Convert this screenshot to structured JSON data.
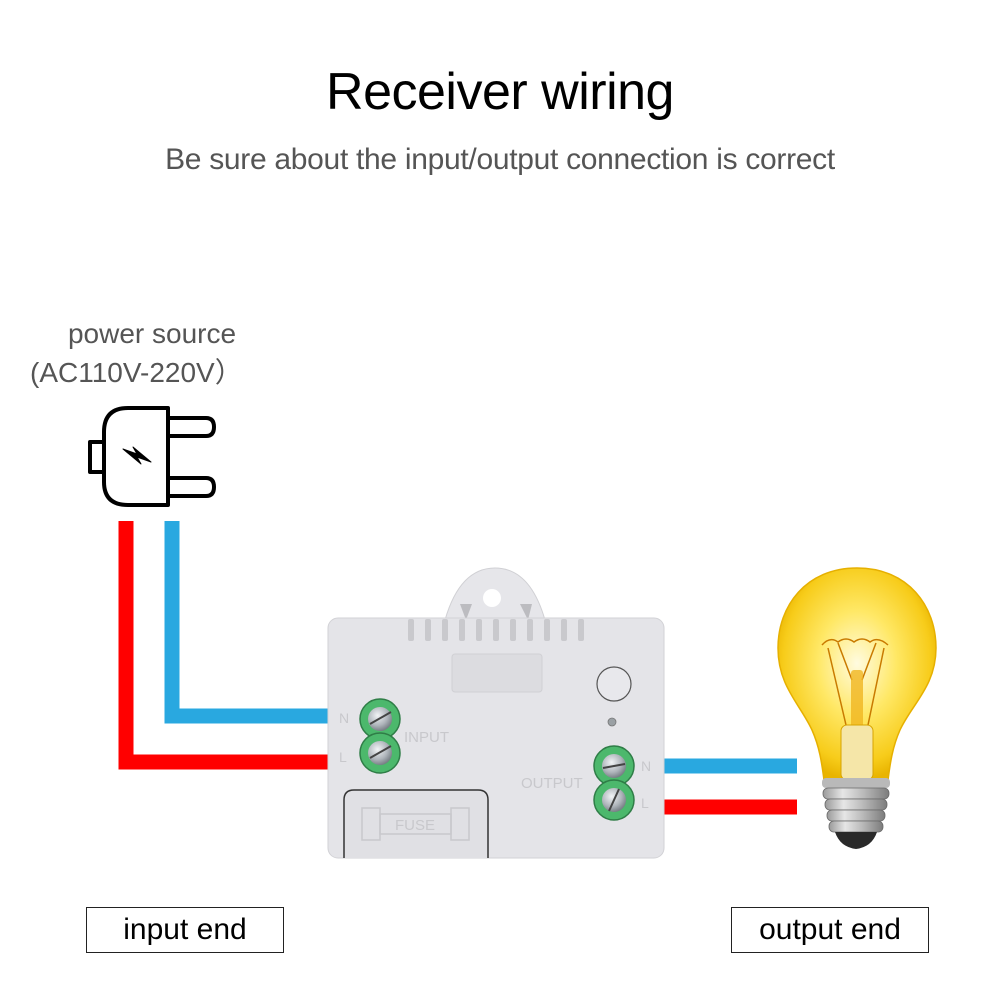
{
  "header": {
    "title": "Receiver wiring",
    "subtitle": "Be sure about the input/output connection is correct"
  },
  "power_source": {
    "label": "power source",
    "voltage": "(AC110V-220V）",
    "icon": "power-plug-icon"
  },
  "receiver": {
    "input_label": "INPUT",
    "output_label": "OUTPUT",
    "fuse_label": "FUSE",
    "input_terminals": [
      "N",
      "L"
    ],
    "output_terminals": [
      "N",
      "L"
    ]
  },
  "load": {
    "icon": "light-bulb-icon"
  },
  "footer": {
    "input_end": "input end",
    "output_end": "output end"
  },
  "colors": {
    "neutral_wire": "#29a8e0",
    "live_wire": "#ff0000",
    "terminal_green": "#4cb86c",
    "housing": "#e4e4e8"
  }
}
